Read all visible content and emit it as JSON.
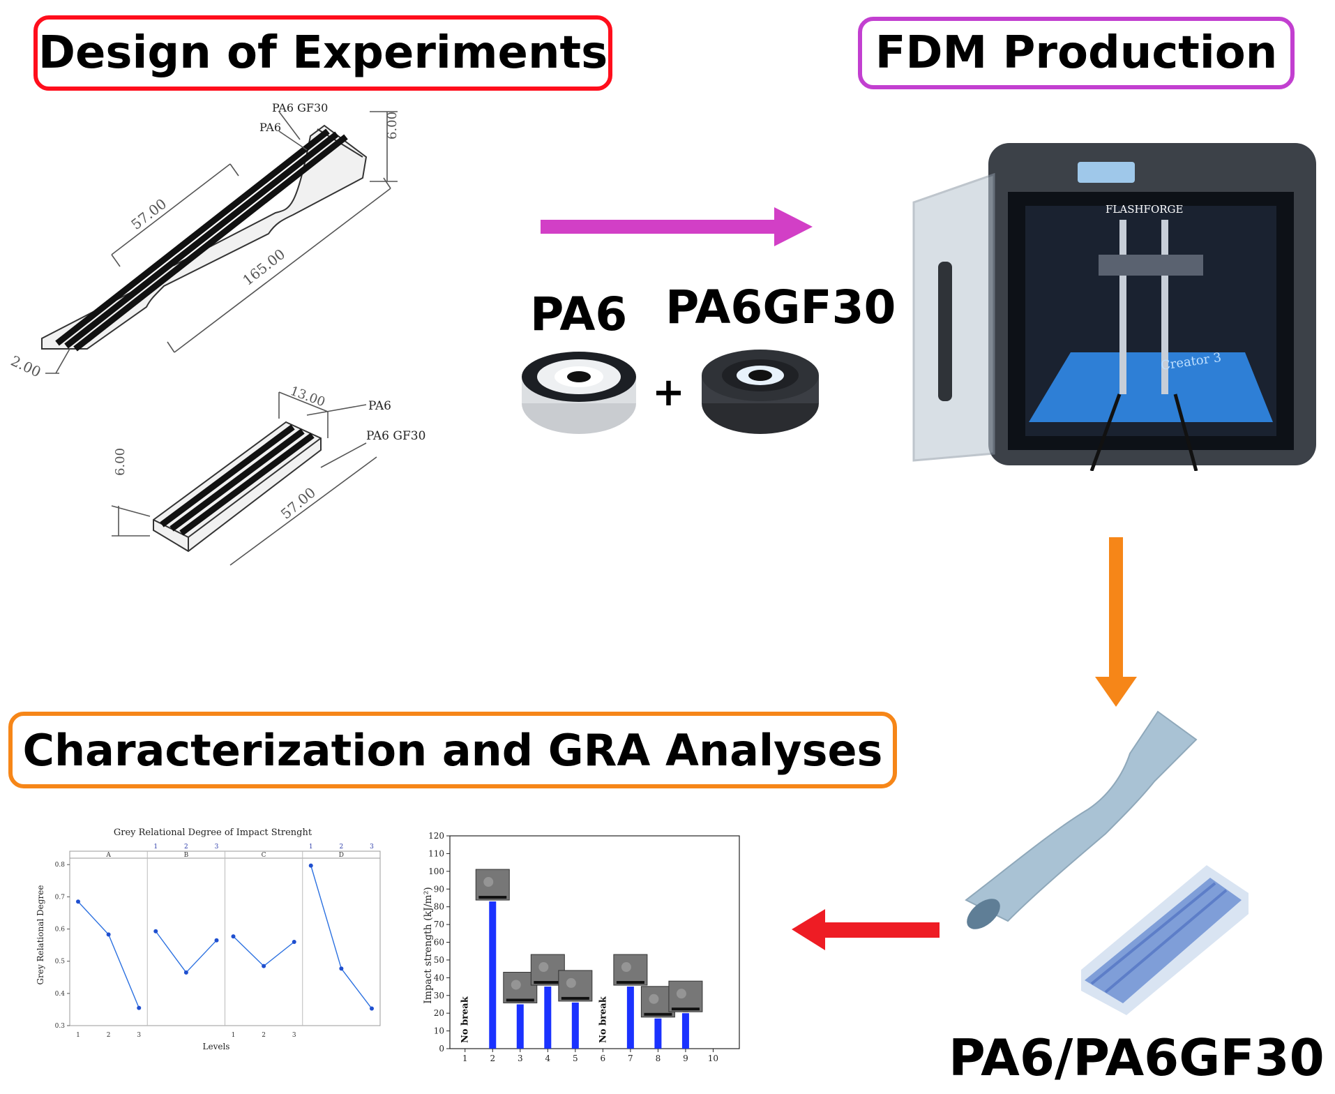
{
  "titles": {
    "design": "Design of Experiments",
    "fdm": "FDM Production",
    "characterization": "Characterization and GRA Analyses"
  },
  "materials": {
    "pa6": "PA6",
    "pa6gf30": "PA6GF30",
    "plus": "+",
    "result": "PA6/PA6GF30"
  },
  "drawing_tensile": {
    "label_pa6gf30": "PA6 GF30",
    "label_pa6": "PA6",
    "dim_height": "6.00",
    "dim_gauge": "57.00",
    "dim_length": "165.00",
    "dim_width": "2.00"
  },
  "drawing_impact": {
    "label_pa6": "PA6",
    "label_pa6gf30": "PA6 GF30",
    "dim_width": "13.00",
    "dim_height": "6.00",
    "dim_length": "57.00"
  },
  "printer": {
    "brand": "FLASHFORGE",
    "bed_text": "Creator 3"
  },
  "colors": {
    "design_border": "#ff0e1c",
    "fdm_border": "#c23fd0",
    "char_border": "#f68618",
    "arrow_magenta": "#d23fc6",
    "arrow_orange": "#f68618",
    "arrow_red": "#ee1c24",
    "bar_blue": "#1a32ff",
    "line_blue": "#2b70e0"
  },
  "chart_data": [
    {
      "type": "line",
      "title": "Grey Relational Degree of Impact Strenght",
      "xlabel": "Levels",
      "ylabel": "Grey Relational Degree",
      "ylim": [
        0.3,
        0.82
      ],
      "y_ticks": [
        "0.3",
        "0.4",
        "0.5",
        "0.6",
        "0.7",
        "0.8"
      ],
      "x_ticks": [
        "1",
        "2",
        "3"
      ],
      "panels": [
        {
          "name": "A",
          "values": [
            0.685,
            0.583,
            0.355
          ]
        },
        {
          "name": "B",
          "values": [
            0.593,
            0.465,
            0.565
          ]
        },
        {
          "name": "C",
          "values": [
            0.577,
            0.485,
            0.56
          ]
        },
        {
          "name": "D",
          "values": [
            0.797,
            0.477,
            0.353
          ]
        }
      ],
      "grid": false
    },
    {
      "type": "bar",
      "xlabel": "",
      "ylabel": "Impact strength (kJ/m²)",
      "ylim": [
        0,
        120
      ],
      "y_ticks": [
        "0",
        "10",
        "20",
        "30",
        "40",
        "50",
        "60",
        "70",
        "80",
        "90",
        "100",
        "110",
        "120"
      ],
      "categories": [
        "1",
        "2",
        "3",
        "4",
        "5",
        "6",
        "7",
        "8",
        "9",
        "10"
      ],
      "values": [
        null,
        83,
        25,
        35,
        26,
        null,
        35,
        17,
        20,
        null
      ],
      "annotations": [
        {
          "category": "1",
          "text": "No break"
        },
        {
          "category": "6",
          "text": "No break"
        }
      ],
      "grid": false
    }
  ]
}
